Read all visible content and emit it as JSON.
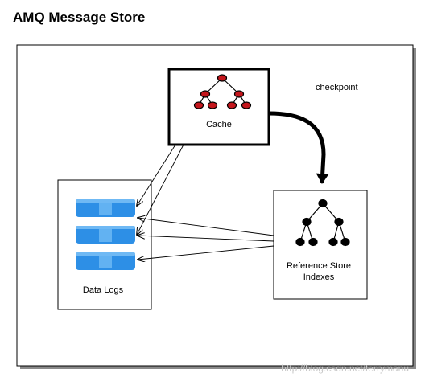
{
  "title": "AMQ Message Store",
  "nodes": {
    "cache": {
      "label": "Cache"
    },
    "data_logs": {
      "label": "Data Logs"
    },
    "reference_store": {
      "label_line1": "Reference Store",
      "label_line2": "Indexes"
    }
  },
  "edges": {
    "checkpoint": {
      "label": "checkpoint"
    }
  },
  "watermark": "http://blog.csdn.net/terrymanu",
  "colors": {
    "cylinder_fill": "#2d8fe6",
    "cylinder_band": "#62b2f2",
    "cache_node": "#c4161c",
    "store_node": "#000000",
    "frame_shadow": "#8a8a8a"
  }
}
